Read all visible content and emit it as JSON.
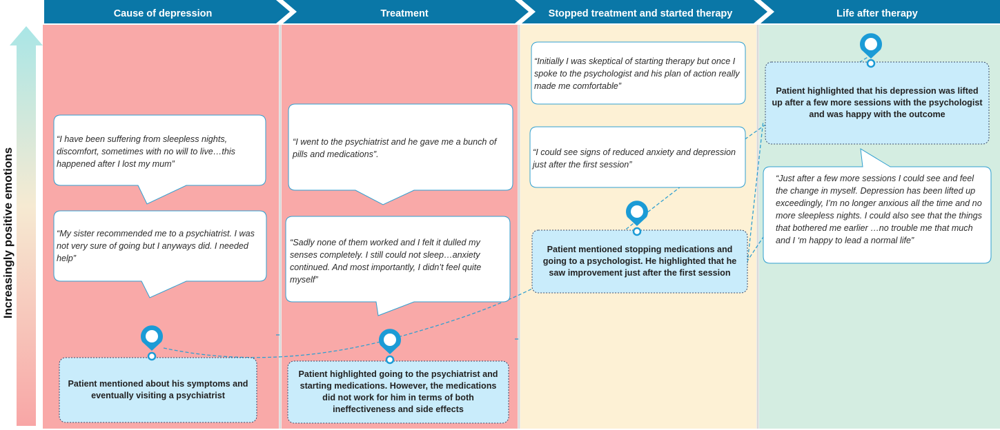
{
  "colors": {
    "header_blue": "#0a77a7",
    "stage_red": "#f9a9a8",
    "stage_yellow": "#fdf1d5",
    "stage_green": "#d4ede1",
    "bubble_border": "#2f9fd0",
    "summary_fill": "#c9ecfb",
    "pin": "#1b9bd6",
    "connector": "#2f9fd0"
  },
  "axis": {
    "label": "Increasingly positive emotions"
  },
  "stages": [
    {
      "label": "Cause of depression"
    },
    {
      "label": "Treatment"
    },
    {
      "label": "Stopped treatment and started therapy"
    },
    {
      "label": "Life after therapy"
    }
  ],
  "quotes": [
    {
      "text": "“I have been suffering from sleepless nights, discomfort, sometimes with no will to live…this happened after I lost my mum”"
    },
    {
      "text": "“My sister recommended me to a psychiatrist. I was not very sure of going but I anyways did. I needed help”"
    },
    {
      "text": "“I went to the psychiatrist and he gave me a bunch of pills and medications”."
    },
    {
      "text": "“Sadly none of them worked and I felt it dulled my senses completely. I still could not sleep…anxiety continued. And most importantly, I didn’t feel quite myself”"
    },
    {
      "text": "“Initially I was skeptical of starting therapy but once I spoke to the psychologist and his plan of action really made me comfortable”"
    },
    {
      "text": "“I could see signs of reduced anxiety and depression just after the first session”"
    },
    {
      "text": "“Just after a few more sessions I could see and feel the change in myself. Depression has been lifted up exceedingly, I’m no longer anxious all the time and no more sleepless nights. I could also see that the things that bothered me earlier …no trouble me that much and I ‘m happy to lead a normal life”"
    }
  ],
  "summaries": [
    {
      "text": "Patient mentioned about his symptoms and eventually visiting a psychiatrist"
    },
    {
      "text": "Patient highlighted going to the psychiatrist and starting medications. However, the medications did not work for him in terms of both ineffectiveness and side effects"
    },
    {
      "text": "Patient mentioned stopping medications and going to a psychologist. He highlighted that he saw improvement just after the first session"
    },
    {
      "text": "Patient highlighted that his depression was lifted up after a few more sessions with the psychologist and was happy with the outcome"
    }
  ]
}
